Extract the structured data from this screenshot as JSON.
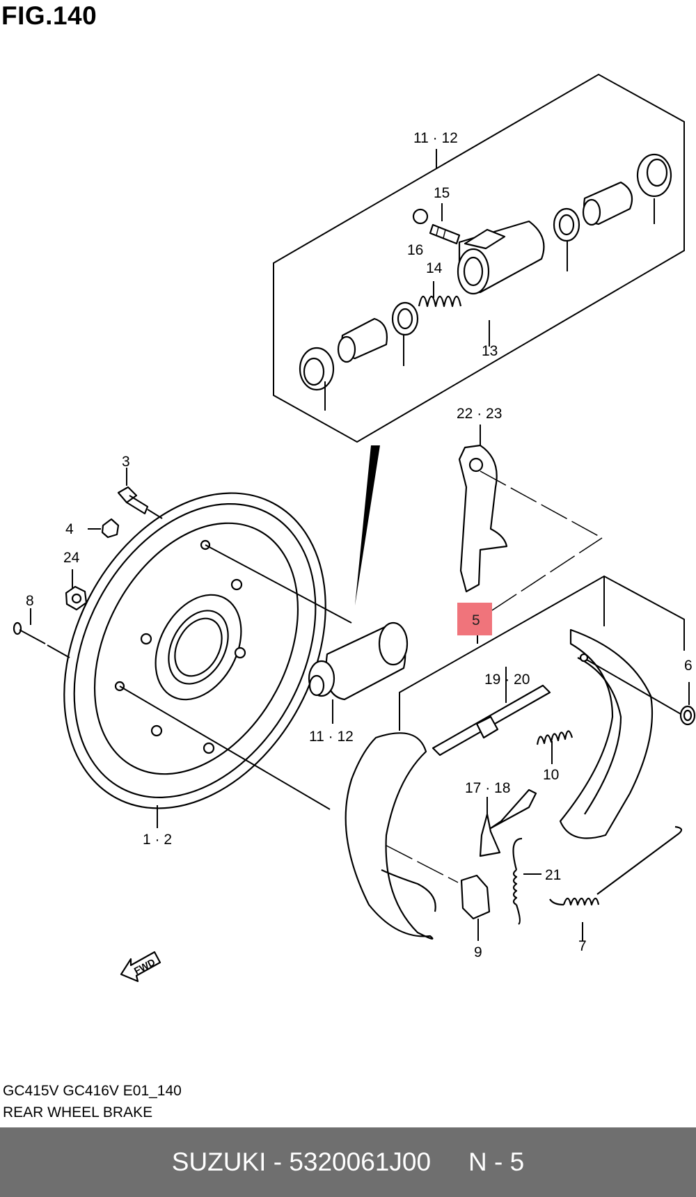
{
  "figure": {
    "title": "FIG.140"
  },
  "callouts": [
    {
      "id": "c-11-12-top",
      "label": "11 · 12"
    },
    {
      "id": "c-15",
      "label": "15"
    },
    {
      "id": "c-16",
      "label": "16"
    },
    {
      "id": "c-14",
      "label": "14"
    },
    {
      "id": "c-13",
      "label": "13"
    },
    {
      "id": "c-22-23",
      "label": "22 · 23"
    },
    {
      "id": "c-3",
      "label": "3"
    },
    {
      "id": "c-4",
      "label": "4"
    },
    {
      "id": "c-24",
      "label": "24"
    },
    {
      "id": "c-8",
      "label": "8"
    },
    {
      "id": "c-5",
      "label": "5",
      "highlighted": true
    },
    {
      "id": "c-6",
      "label": "6"
    },
    {
      "id": "c-19-20",
      "label": "19 · 20"
    },
    {
      "id": "c-11-12-bottom",
      "label": "11 · 12"
    },
    {
      "id": "c-10",
      "label": "10"
    },
    {
      "id": "c-17-18",
      "label": "17 · 18"
    },
    {
      "id": "c-1-2",
      "label": "1 · 2"
    },
    {
      "id": "c-21",
      "label": "21"
    },
    {
      "id": "c-9",
      "label": "9"
    },
    {
      "id": "c-7",
      "label": "7"
    }
  ],
  "fwd_arrow": {
    "label": "FWD"
  },
  "caption": {
    "model_code": "GC415V GC416V E01_140",
    "page_name": "REAR WHEEL BRAKE"
  },
  "footer": {
    "part_text": "SUZUKI - 5320061J00",
    "page_ref": "N - 5"
  },
  "colors": {
    "highlight": "#f0747b",
    "footer_bg": "#6f6f6f",
    "footer_text": "#ffffff"
  }
}
